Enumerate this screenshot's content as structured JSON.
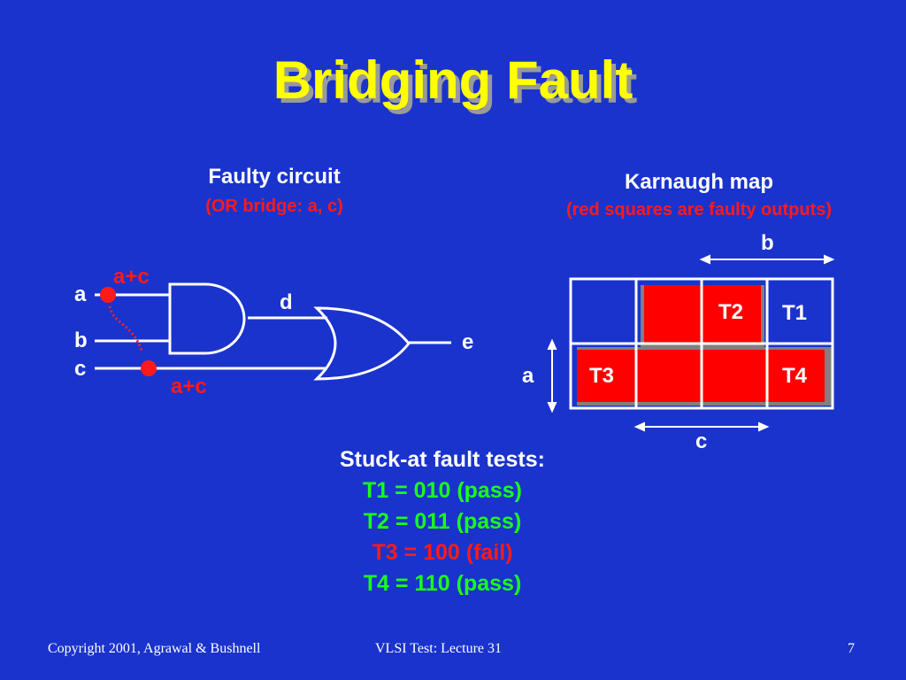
{
  "slide": {
    "title": "Bridging Fault"
  },
  "circuit": {
    "heading": "Faulty circuit",
    "subheading": "(OR bridge: a, c)",
    "labels": {
      "input_a": "a",
      "input_b": "b",
      "input_c": "c",
      "node_d": "d",
      "output_e": "e",
      "bridge_top": "a+c",
      "bridge_bottom": "a+c"
    }
  },
  "kmap": {
    "heading": "Karnaugh map",
    "subheading": "(red squares are faulty outputs)",
    "axis_b": "b",
    "axis_a": "a",
    "axis_c": "c",
    "cells": {
      "t1": "T1",
      "t2": "T2",
      "t3": "T3",
      "t4": "T4"
    }
  },
  "tests": {
    "heading": "Stuck-at fault tests:",
    "lines": [
      {
        "text": "T1 = 010 (pass)",
        "status": "pass"
      },
      {
        "text": "T2 = 011 (pass)",
        "status": "pass"
      },
      {
        "text": "T3 = 100 (fail)",
        "status": "fail"
      },
      {
        "text": "T4 = 110 (pass)",
        "status": "pass"
      }
    ]
  },
  "footer": {
    "copyright": "Copyright 2001, Agrawal & Bushnell",
    "course": "VLSI Test: Lecture 31",
    "page": "7"
  },
  "colors": {
    "background": "#1a33cc",
    "title": "#ffff00",
    "faulty": "#ff0000",
    "pass": "#1aff1a",
    "fail": "#ff1a1a"
  }
}
